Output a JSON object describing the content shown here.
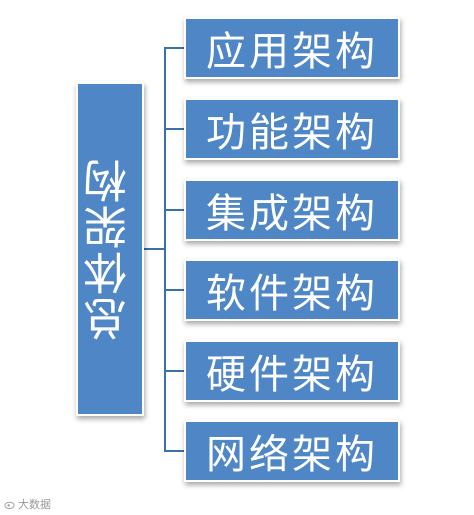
{
  "root": {
    "label": "总体架构"
  },
  "children": [
    {
      "label": "应用架构"
    },
    {
      "label": "功能架构"
    },
    {
      "label": "集成架构"
    },
    {
      "label": "软件架构"
    },
    {
      "label": "硬件架构"
    },
    {
      "label": "网络架构"
    }
  ],
  "watermark": {
    "text": "大数据"
  },
  "colors": {
    "box_fill": "#4f86c6",
    "box_border": "#ffffff",
    "connector": "#3a6fb0",
    "text": "#ffffff"
  }
}
